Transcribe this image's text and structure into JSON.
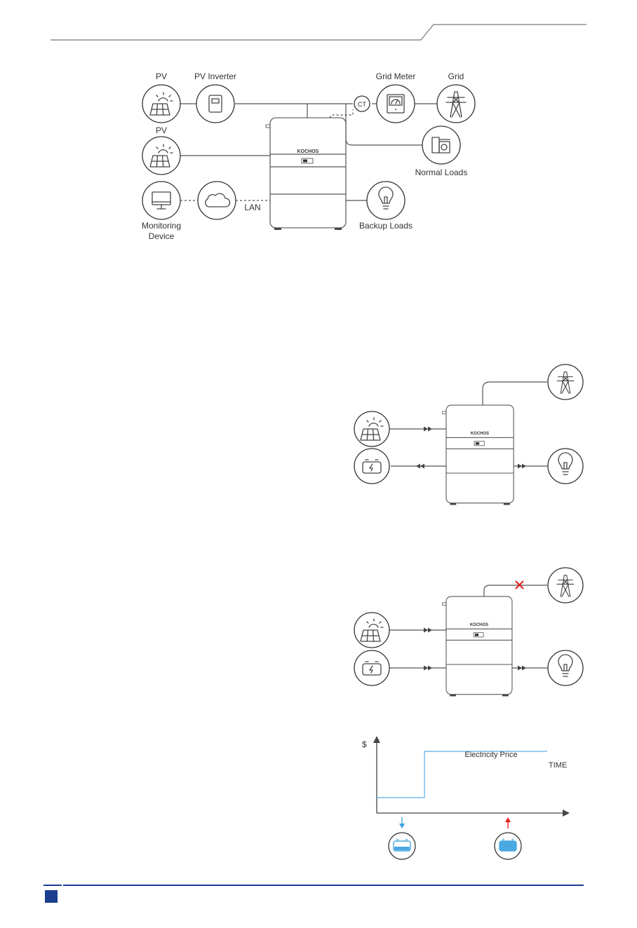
{
  "diagram": {
    "labels": {
      "pv_top": "PV",
      "pv_inverter": "PV Inverter",
      "grid_meter": "Grid Meter",
      "grid": "Grid",
      "pv_mid": "PV",
      "ct": "CT",
      "normal_loads": "Normal Loads",
      "monitoring_device_l1": "Monitoring",
      "monitoring_device_l2": "Device",
      "lan": "LAN",
      "backup_loads": "Backup Loads"
    },
    "battery_brand": "KOCHOS",
    "price_chart": {
      "y_symbol": "$",
      "series_label": "Electricity Price",
      "x_label": "TIME",
      "low_level": 0.2,
      "high_level": 0.8,
      "step_at": 0.28,
      "charge_color": "#3aa0dc",
      "discharge_color": "#e02020"
    },
    "colors": {
      "accent_blue": "#1a3d8f",
      "price_line": "#5aaee0",
      "battery_fill": "#4aa8e0",
      "off_grid_x": "#e02020"
    }
  }
}
